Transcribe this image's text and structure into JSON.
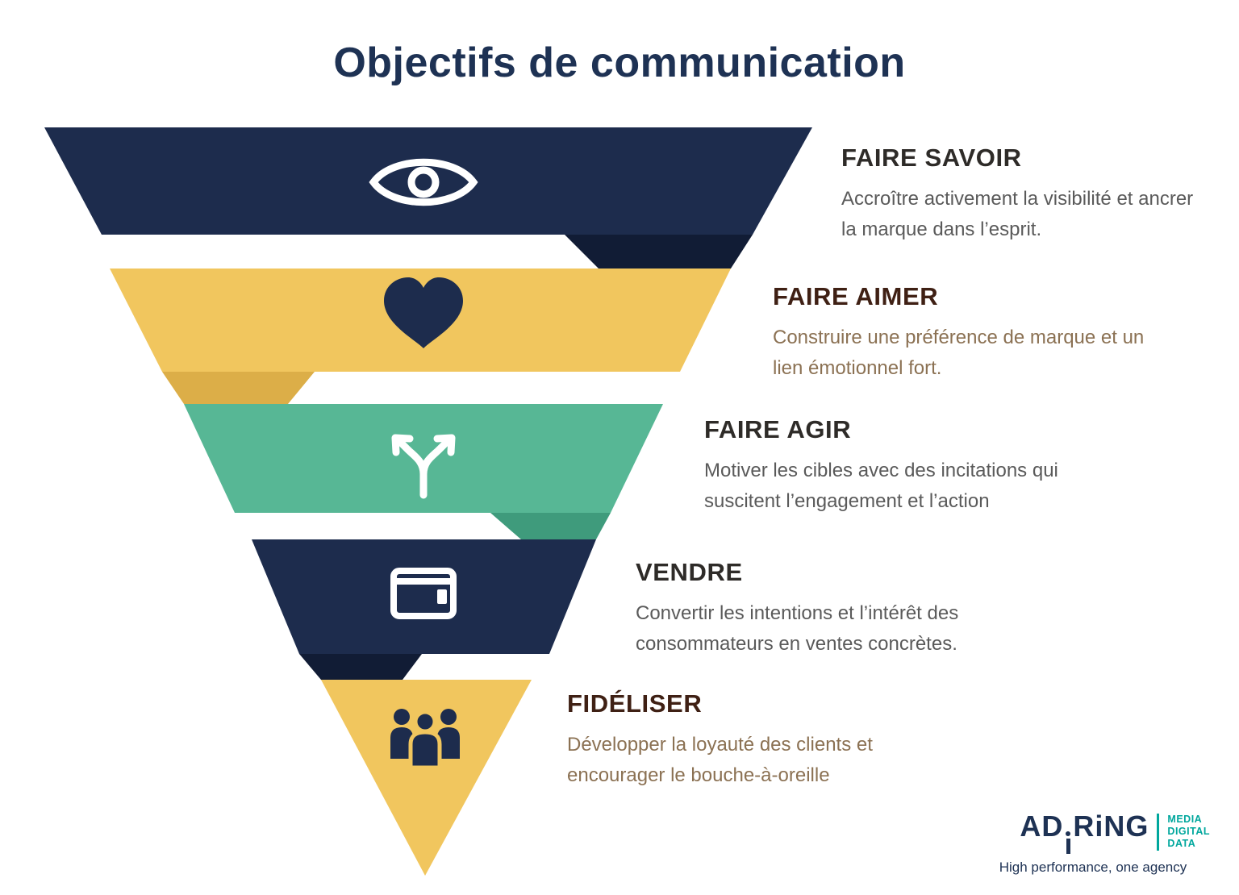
{
  "title": "Objectifs de communication",
  "colors": {
    "title": "#1e3254",
    "navy": "#1d2c4d",
    "navy_dark": "#111c35",
    "yellow": "#f1c65e",
    "yellow_dark": "#dcae48",
    "teal": "#57b795",
    "teal_dark": "#3f9b7c",
    "icon_light": "#ffffff"
  },
  "stages": [
    {
      "icon": "eye-icon",
      "heading": "FAIRE SAVOIR",
      "heading_color": "#2e2b28",
      "body": "Accroître activement la visibilité et ancrer la marque dans l’esprit.",
      "body_color": "#5a5a5a"
    },
    {
      "icon": "heart-icon",
      "heading": "FAIRE AIMER",
      "heading_color": "#3f2014",
      "body": "Construire une préférence de marque et un lien émotionnel fort.",
      "body_color": "#8b7153"
    },
    {
      "icon": "split-arrow-icon",
      "heading": "FAIRE AGIR",
      "heading_color": "#2e2b28",
      "body": "Motiver les cibles avec des incitations qui suscitent l’engagement et l’action",
      "body_color": "#5a5a5a"
    },
    {
      "icon": "wallet-icon",
      "heading": "VENDRE",
      "heading_color": "#2e2b28",
      "body": "Convertir les intentions et l’intérêt des consommateurs en ventes concrètes.",
      "body_color": "#5a5a5a"
    },
    {
      "icon": "people-icon",
      "heading": "FIDÉLISER",
      "heading_color": "#3f2014",
      "body": "Développer la loyauté des clients et encourager le bouche-à-oreille",
      "body_color": "#8b7153"
    }
  ],
  "logo": {
    "part1": "AD",
    "part2": "RiNG",
    "sub": [
      "MEDIA",
      "DIGITAL",
      "DATA"
    ],
    "tagline": "High performance, one agency",
    "navy": "#1e3254",
    "teal": "#00a79d"
  }
}
